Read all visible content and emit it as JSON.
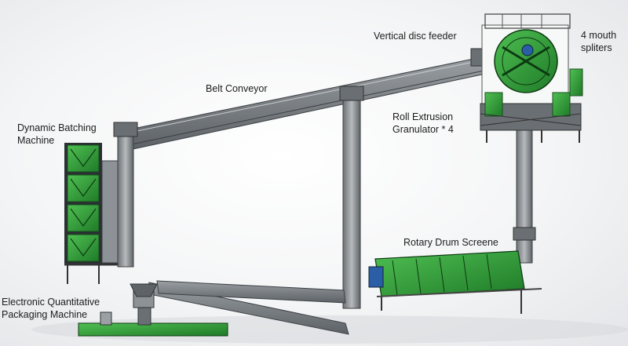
{
  "labels": {
    "vertical_disc_feeder": "Vertical disc feeder",
    "mouth_spliters": [
      "4 mouth",
      "spliters"
    ],
    "belt_conveyor": "Belt Conveyor",
    "roll_extrusion": [
      "Roll Extrusion",
      "Granulator * 4"
    ],
    "dynamic_batching": [
      "Dynamic Batching",
      "Machine"
    ],
    "rotary_drum": "Rotary Drum Screene",
    "packaging": [
      "Electronic Quantitative",
      "Packaging Machine"
    ]
  },
  "colors": {
    "machine_green": "#2f9b38",
    "frame_grey": "#5a5f63",
    "belt_grey": "#7d8287"
  }
}
